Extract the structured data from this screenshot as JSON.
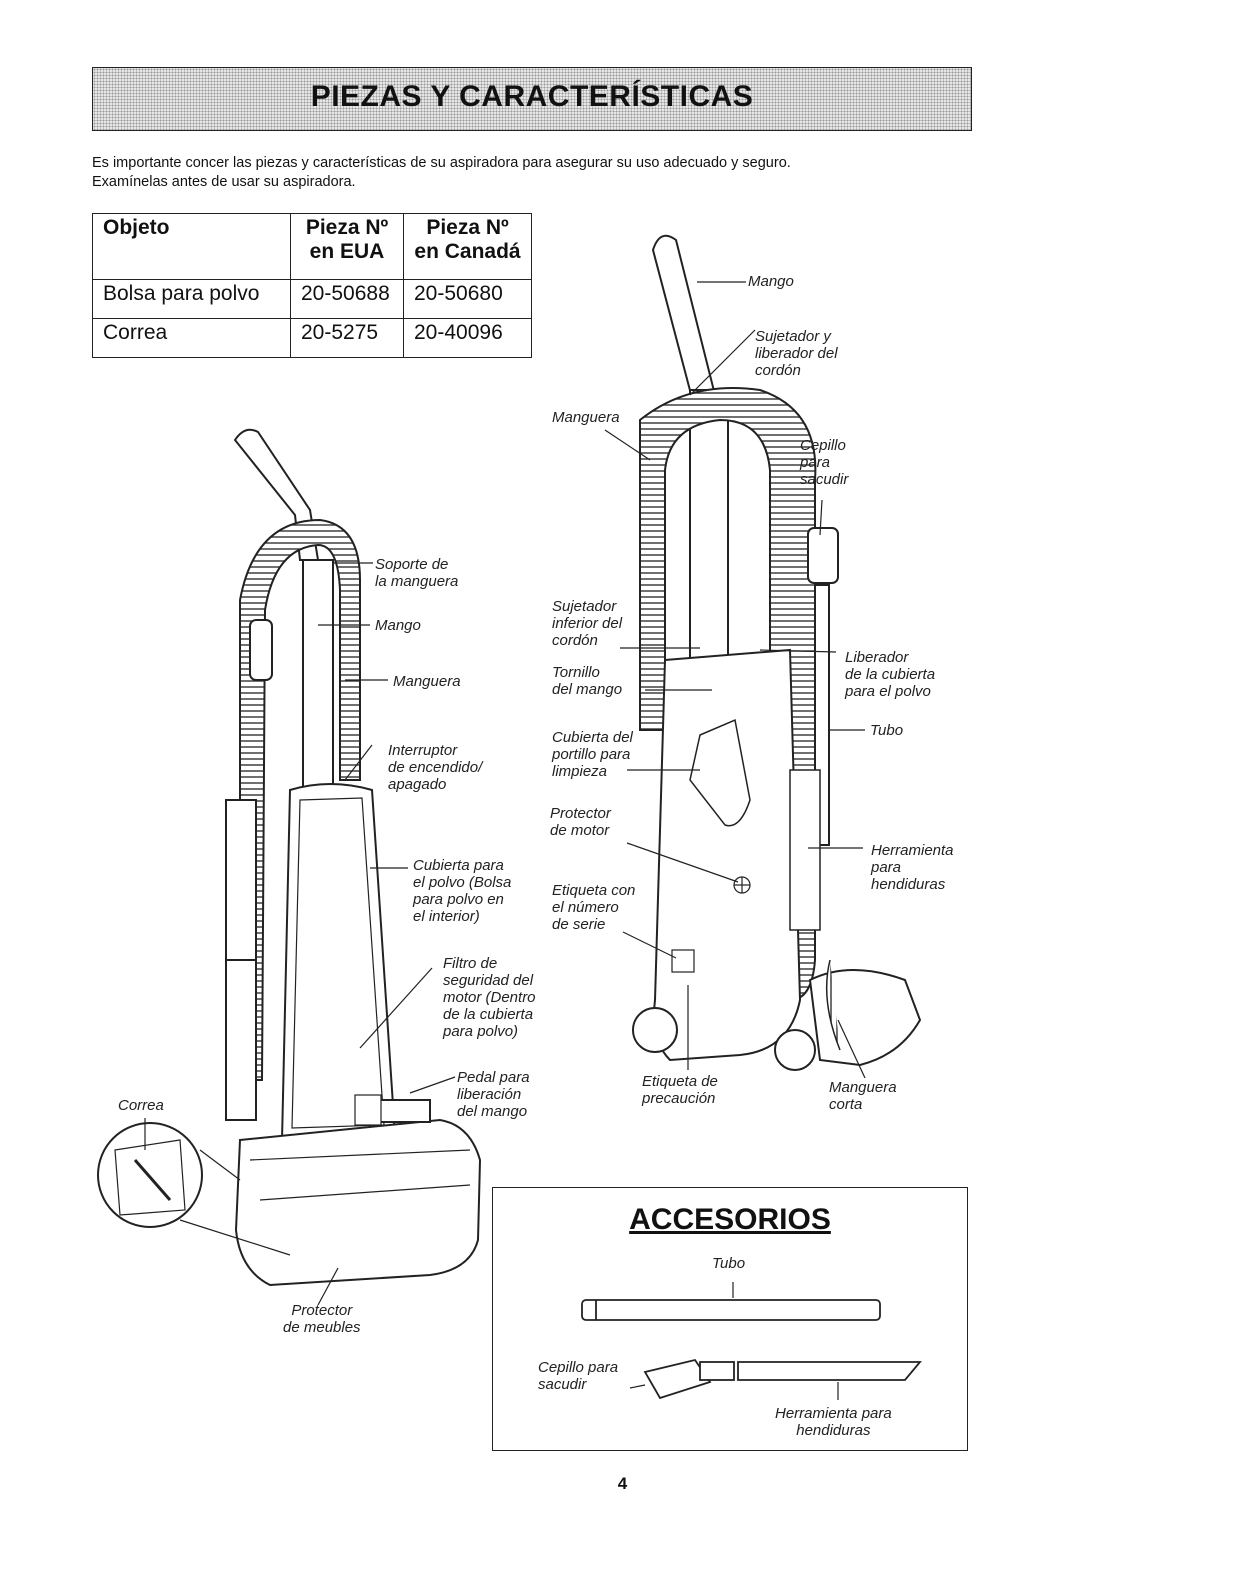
{
  "header": {
    "title": "PIEZAS Y CARACTERÍSTICAS"
  },
  "intro": {
    "line1": "Es importante concer las piezas y características de su aspiradora para asegurar su uso adecuado y seguro.",
    "line2": "Examínelas antes de usar su aspiradora."
  },
  "parts_table": {
    "headers": [
      "Objeto",
      "Pieza Nº\nen EUA",
      "Pieza Nº\nen Canadá"
    ],
    "rows": [
      [
        "Bolsa para polvo",
        "20-50688",
        "20-50680"
      ],
      [
        "Correa",
        "20-5275",
        "20-40096"
      ]
    ]
  },
  "left_labels": {
    "soporte": "Soporte de\nla manguera",
    "mango": "Mango",
    "manguera": "Manguera",
    "interruptor": "Interruptor\nde encendido/\napagado",
    "cubierta": "Cubierta para\nel polvo (Bolsa\npara polvo en\nel interior)",
    "filtro": "Filtro de\nseguridad del\nmotor (Dentro\nde la cubierta\npara polvo)",
    "pedal": "Pedal para\nliberación\ndel mango",
    "correa": "Correa",
    "protector_muebles": "Protector\nde meubles"
  },
  "right_labels": {
    "mango": "Mango",
    "sujetador": "Sujetador y\nliberador del\ncordón",
    "manguera": "Manguera",
    "cepillo": "Cepillo\npara\nsacudir",
    "sujetador_inferior": "Sujetador\ninferior del\ncordón",
    "tornillo": "Tornillo\ndel mango",
    "liberador": "Liberador\nde la cubierta\npara el polvo",
    "tubo": "Tubo",
    "cubierta_portillo": "Cubierta del\nportillo para\nlimpieza",
    "protector_motor": "Protector\nde motor",
    "herramienta": "Herramienta\npara\nhendiduras",
    "etiqueta_serie": "Etiqueta con\nel número\nde serie",
    "etiqueta_precaucion": "Etiqueta de\nprecaución",
    "manguera_corta": "Manguera\ncorta"
  },
  "accessories": {
    "title": "ACCESORIOS",
    "tubo": "Tubo",
    "cepillo": "Cepillo para\nsacudir",
    "herramienta": "Herramienta para\nhendiduras"
  },
  "page_number": "4"
}
